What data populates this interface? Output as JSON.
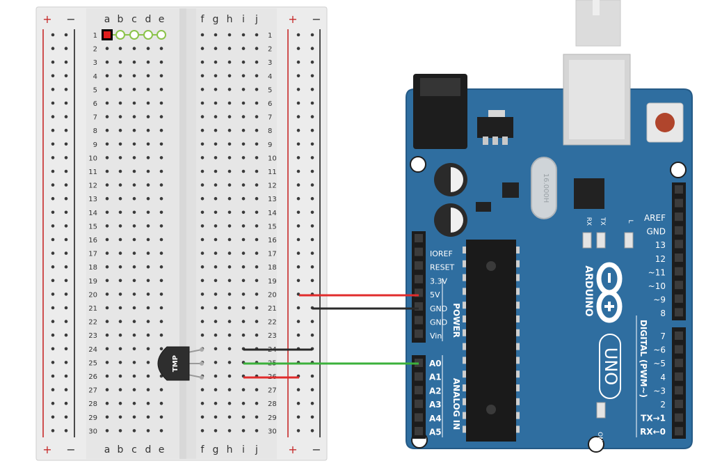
{
  "breadboard": {
    "rows": [
      "1",
      "2",
      "3",
      "4",
      "5",
      "6",
      "7",
      "8",
      "9",
      "10",
      "11",
      "12",
      "13",
      "14",
      "15",
      "16",
      "17",
      "18",
      "19",
      "20",
      "21",
      "22",
      "23",
      "24",
      "25",
      "26",
      "27",
      "28",
      "29",
      "30"
    ],
    "cols_left": [
      "a",
      "b",
      "c",
      "d",
      "e"
    ],
    "cols_right": [
      "f",
      "g",
      "h",
      "i",
      "j"
    ],
    "rail_plus": "+",
    "rail_minus": "−"
  },
  "sensor": {
    "label": "TMP"
  },
  "arduino": {
    "logo_text": "ARDUINO",
    "model": "UNO",
    "on_label": "ON",
    "crystal": "16.000H",
    "led_labels": [
      "RX",
      "TX",
      "L"
    ],
    "power_header_title": "POWER",
    "analog_header_title": "ANALOG IN",
    "digital_header_title": "DIGITAL (PWM~)",
    "power_pins": [
      "IOREF",
      "RESET",
      "3.3V",
      "5V",
      "GND",
      "GND",
      "Vin"
    ],
    "analog_pins": [
      "A0",
      "A1",
      "A2",
      "A3",
      "A4",
      "A5"
    ],
    "digital_pins": [
      "AREF",
      "GND",
      "13",
      "12",
      "~11",
      "~10",
      "~9",
      "8",
      "7",
      "~6",
      "~5",
      "4",
      "~3",
      "2",
      "TX→1",
      "RX←0"
    ]
  },
  "wires": [
    {
      "name": "5V",
      "color": "#e12c2c"
    },
    {
      "name": "GND",
      "color": "#2a2a2a"
    },
    {
      "name": "signal-A0",
      "color": "#3bb13b"
    }
  ],
  "colors": {
    "board": "#2f6ea0",
    "breadboard": "#ececec",
    "rail_red": "#c62828",
    "rail_black": "#222222",
    "highlight": "#8bc34a"
  }
}
